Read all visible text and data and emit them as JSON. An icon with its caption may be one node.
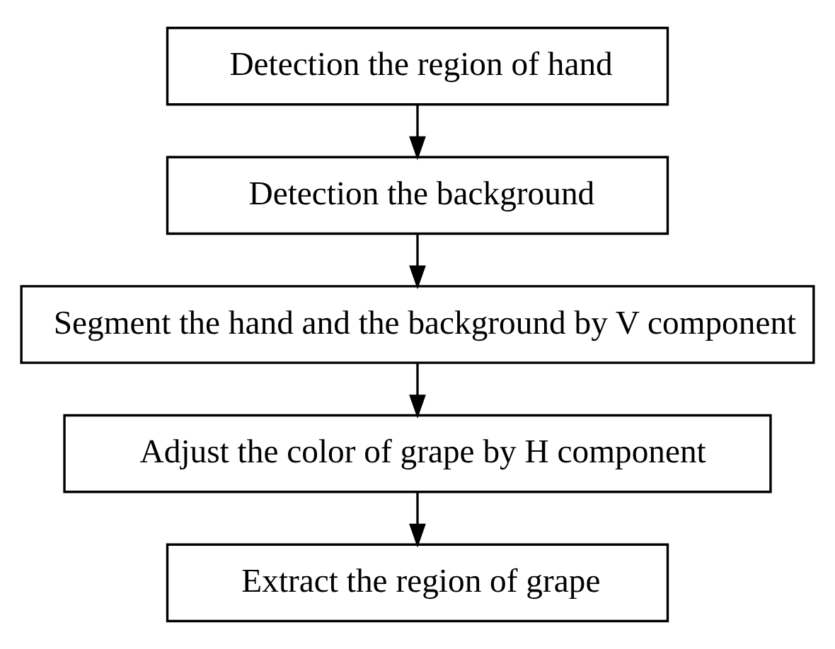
{
  "diagram": {
    "nodes": [
      {
        "text": [
          "Detection the region of hand"
        ]
      },
      {
        "text": [
          "Detection the background"
        ]
      },
      {
        "text": [
          "Segment the hand and the background by V component"
        ]
      },
      {
        "text": [
          "Adjust the color of grape by H component"
        ]
      },
      {
        "text": [
          "Extract the region of grape"
        ]
      }
    ],
    "edges": [
      {
        "from": 0,
        "to": 1,
        "arrow": "to"
      },
      {
        "from": 1,
        "to": 2,
        "arrow": "to"
      },
      {
        "from": 2,
        "to": 3,
        "arrow": "to"
      },
      {
        "from": 3,
        "to": 4,
        "arrow": "to"
      }
    ]
  }
}
